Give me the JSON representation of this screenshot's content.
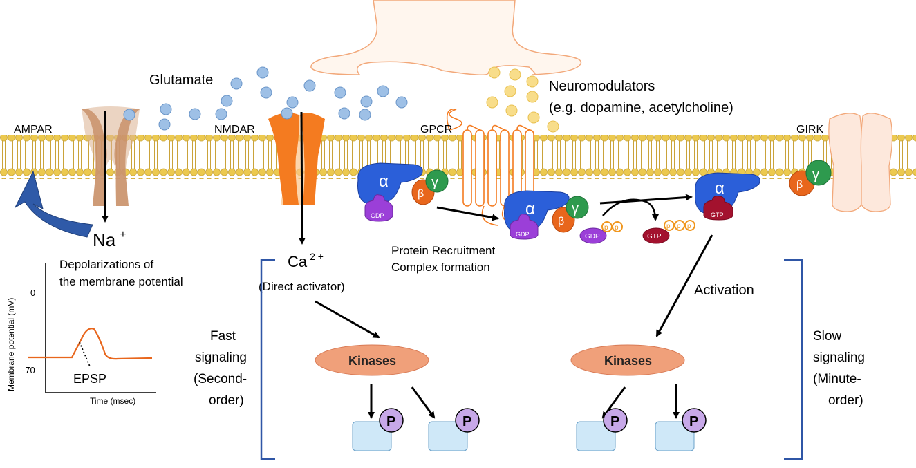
{
  "labels": {
    "glutamate": "Glutamate",
    "ampar": "AMPAR",
    "nmdar": "NMDAR",
    "gpcr": "GPCR",
    "girk": "GIRK",
    "neuromodulators_1": "Neuromodulators",
    "neuromodulators_2": "(e.g. dopamine, acetylcholine)",
    "na": "Na",
    "na_sup": "+",
    "ca": "Ca",
    "ca_sup": "2 +",
    "direct_activator": "(Direct activator)",
    "depol_1": "Depolarizations of",
    "depol_2": "the membrane potential",
    "recruit_1": "Protein Recruitment",
    "recruit_2": "Complex formation",
    "activation": "Activation",
    "fast_1": "Fast",
    "fast_2": "signaling",
    "fast_3": "(Second-",
    "fast_4": "order)",
    "slow_1": "Slow",
    "slow_2": "signaling",
    "slow_3": "(Minute-",
    "slow_4": "order)",
    "kinases": "Kinases",
    "phospho": "P",
    "alpha": "α",
    "beta": "β",
    "gamma": "γ",
    "gdp": "GDP",
    "gtp": "GTP",
    "pi": "p"
  },
  "epsp_plot": {
    "ylabel": "Membrane potential (mV)",
    "xlabel": "Time (msec)",
    "tick_0": "0",
    "tick_m70": "-70",
    "annotation": "EPSP"
  },
  "colors": {
    "membrane": "#e8c85a",
    "ampar": "#c9906a",
    "nmdar": "#f47b20",
    "alpha": "#2b5fd9",
    "beta": "#e8661c",
    "gamma": "#2e9a4e",
    "gdp": "#9b3fd8",
    "gtp": "#a3122e",
    "kinase": "#f0a07a",
    "phospho": "#c7a8e8",
    "substrate": "#cfe8f8",
    "bracket": "#2f56a6",
    "glutamate": "#9ec0e6",
    "neuromodulator": "#f8dd8a"
  }
}
